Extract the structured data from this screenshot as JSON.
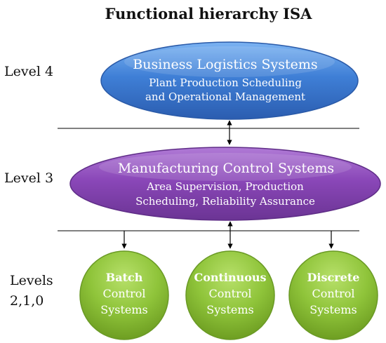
{
  "title": "Functional hierarchy ISA",
  "levels": [
    {
      "label_lines": [
        "Level 4"
      ]
    },
    {
      "label_lines": [
        "Level 3"
      ]
    },
    {
      "label_lines": [
        "Levels",
        "2,1,0"
      ]
    }
  ],
  "level4": {
    "title": "Business Logistics Systems",
    "lines": [
      "Plant Production Scheduling",
      "and Operational Management"
    ]
  },
  "level3": {
    "title": "Manufacturing Control Systems",
    "lines": [
      "Area Supervision, Production",
      "Scheduling, Reliability Assurance"
    ]
  },
  "level210": [
    {
      "title": "Batch",
      "lines": [
        "Control",
        "Systems"
      ]
    },
    {
      "title": "Continuous",
      "lines": [
        "Control",
        "Systems"
      ]
    },
    {
      "title": "Discrete",
      "lines": [
        "Control",
        "Systems"
      ]
    }
  ],
  "colors": {
    "level4_fill": "#3f7fd6",
    "level3_fill": "#8a47b8",
    "level210_fill": "#8fc43a",
    "line": "#000000",
    "text_on_shape": "#ffffff",
    "text_dark": "#111111"
  }
}
